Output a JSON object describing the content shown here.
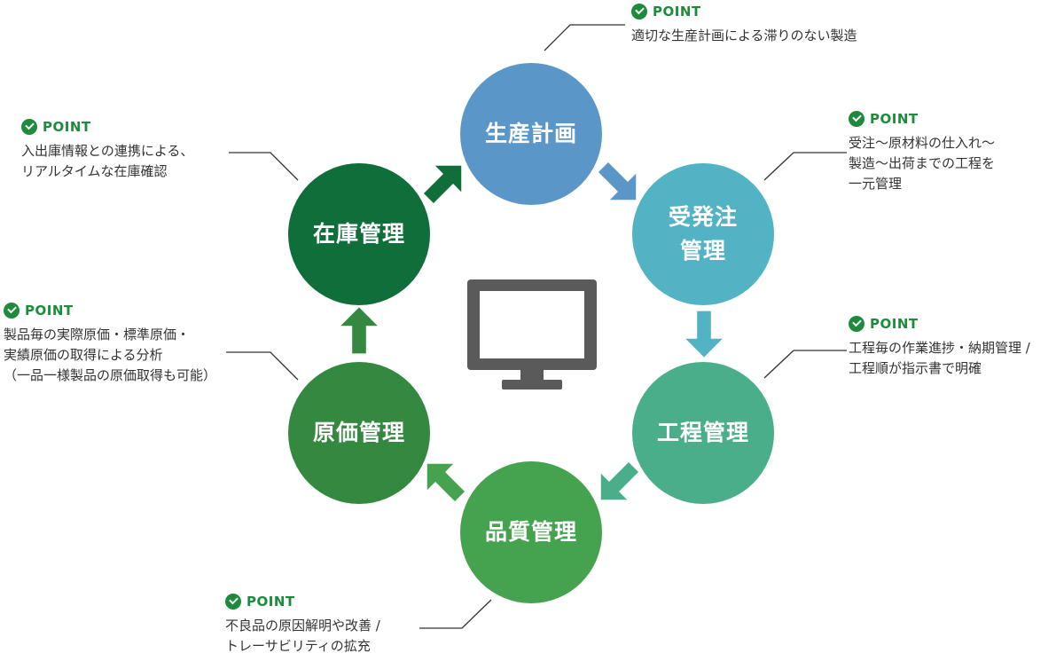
{
  "center_icon": "monitor-icon",
  "colors": {
    "plan": "#5b96c8",
    "order": "#51b3c4",
    "process": "#4aae8a",
    "quality": "#45a24f",
    "cost": "#34883f",
    "stock": "#0f6e3a",
    "point_accent": "#1e8a3c",
    "leader_line": "#333333",
    "monitor": "#5a5a5a"
  },
  "cycle": [
    {
      "key": "plan",
      "label": "生産計画"
    },
    {
      "key": "order",
      "label": "受発注\n管理"
    },
    {
      "key": "process",
      "label": "工程管理"
    },
    {
      "key": "quality",
      "label": "品質管理"
    },
    {
      "key": "cost",
      "label": "原価管理"
    },
    {
      "key": "stock",
      "label": "在庫管理"
    }
  ],
  "points": {
    "plan": {
      "label": "POINT",
      "text": "適切な生産計画による滞りのない製造"
    },
    "order": {
      "label": "POINT",
      "text": "受注～原材料の仕入れ～\n製造～出荷までの工程を\n一元管理"
    },
    "process": {
      "label": "POINT",
      "text": "工程毎の作業進捗・納期管理 /\n工程順が指示書で明確"
    },
    "quality": {
      "label": "POINT",
      "text": "不良品の原因解明や改善 /\nトレーサビリティの拡充"
    },
    "cost": {
      "label": "POINT",
      "text": "製品毎の実際原価・標準原価・\n実績原価の取得による分析\n（一品一様製品の原価取得も可能）"
    },
    "stock": {
      "label": "POINT",
      "text": "入出庫情報との連携による、\nリアルタイムな在庫確認"
    }
  }
}
